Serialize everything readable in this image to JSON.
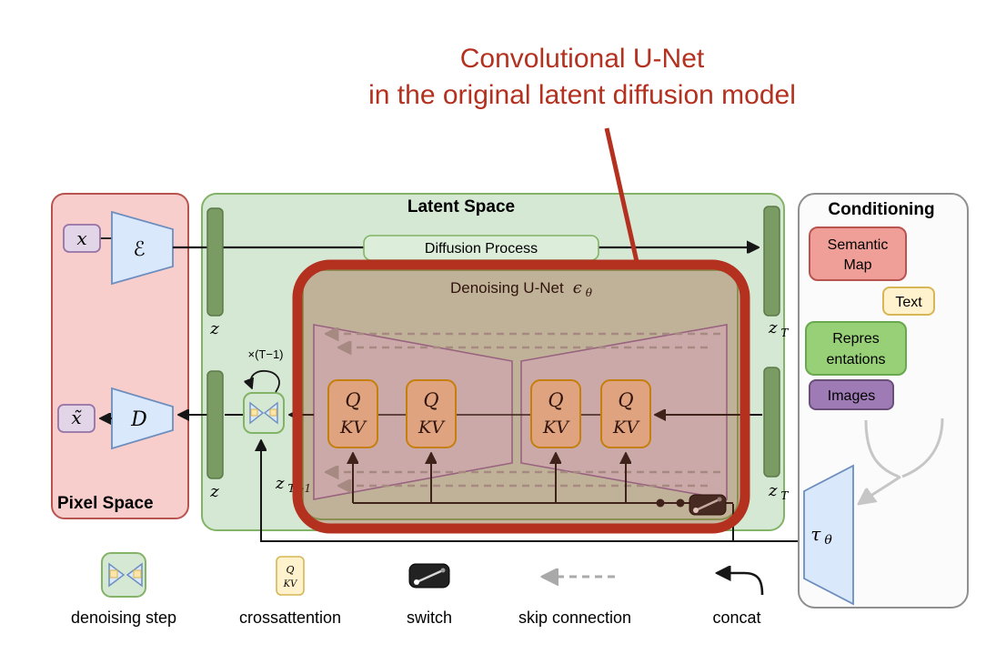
{
  "annotation": {
    "line1": "Convolutional U-Net",
    "line2": "in the original latent diffusion model"
  },
  "colors": {
    "accent_red": "#b4301f",
    "pixel_space_bg": "#f8cecc",
    "latent_space_bg": "#d5e8d4",
    "conditioning_bg": "#fbfbfb",
    "qkv_orange": "#fbcfa8",
    "unet_purple": "#e1d5e7",
    "encoder_blue": "#dae8fc"
  },
  "pixel_space": {
    "title": "Pixel Space",
    "input_label": "x",
    "encoder_label": "ℰ",
    "decoder_label": "D",
    "output_label": "x̃"
  },
  "latent_space": {
    "title": "Latent Space",
    "diffusion_process_label": "Diffusion Process",
    "z_top_label": "z",
    "z_bottom_label": "z",
    "zT_top": {
      "base": "z",
      "sub": "T"
    },
    "zT_bottom": {
      "base": "z",
      "sub": "T"
    },
    "zT_minus1": {
      "base": "z",
      "sub": "T−1"
    },
    "loop_label": "×(T−1)",
    "unet": {
      "title": "Denoising U-Net",
      "eps_base": "ϵ",
      "eps_sub": "θ",
      "q_label": "Q",
      "kv_label": "KV"
    }
  },
  "conditioning": {
    "title": "Conditioning",
    "semantic_map": {
      "line1": "Semantic",
      "line2": "Map"
    },
    "text_label": "Text",
    "representations": {
      "line1": "Repres",
      "line2": "entations"
    },
    "images_label": "Images",
    "tau": {
      "base": "τ",
      "sub": "θ"
    }
  },
  "legend": {
    "denoising_step": "denoising step",
    "crossattention": "crossattention",
    "crossattention_icon": {
      "q": "Q",
      "kv": "KV"
    },
    "switch": "switch",
    "skip_connection": "skip connection",
    "concat": "concat"
  }
}
